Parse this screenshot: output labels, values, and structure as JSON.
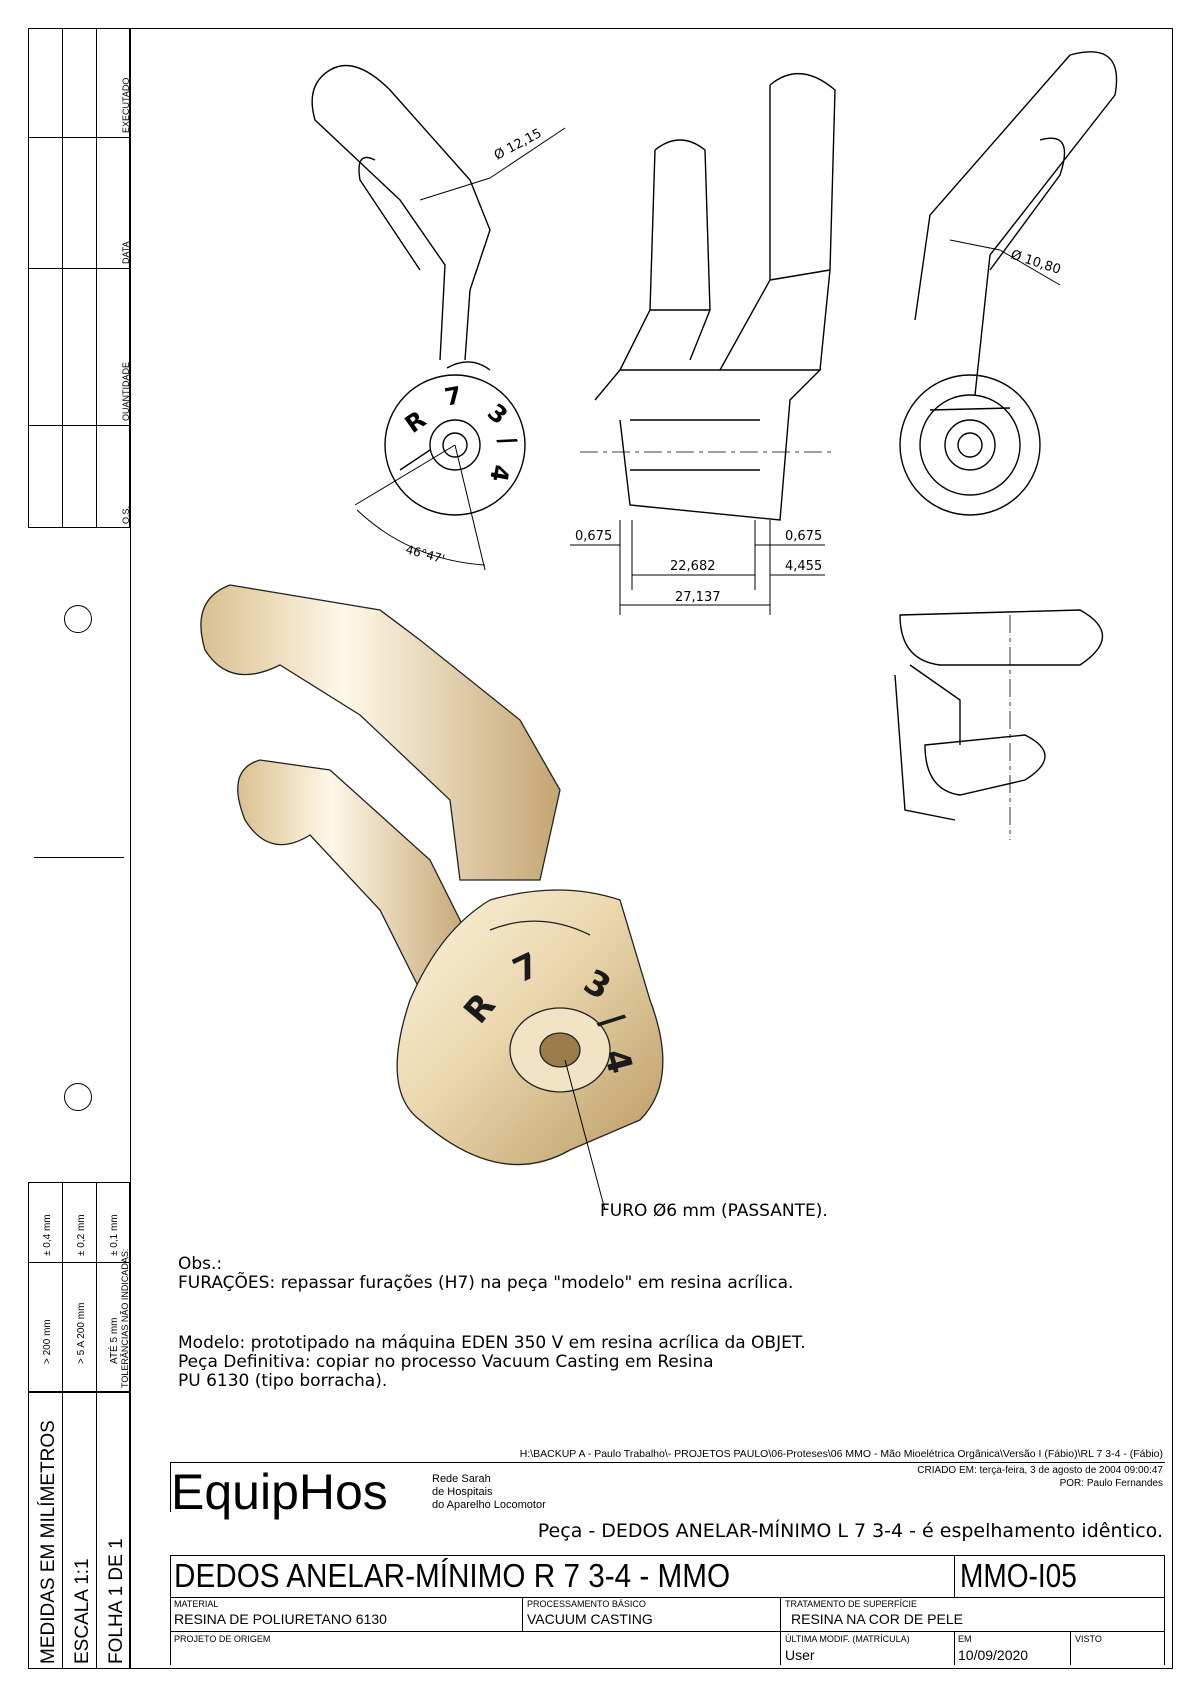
{
  "left_strip": {
    "headers": [
      "EXECUTADO",
      "DATA",
      "QUANTIDADE",
      "O.S."
    ],
    "tolerances": {
      "ranges": [
        "> 200 mm",
        "> 5 A 200 mm",
        "ATÉ 5 mm"
      ],
      "values": [
        "± 0,4 mm",
        "± 0,2 mm",
        "± 0,1 mm"
      ],
      "caption": "TOLERÂNCIAS NÃO INDICADAS:"
    },
    "units": "MEDIDAS EM MILÍMETROS",
    "scale": "ESCALA 1:1",
    "sheet": "FOLHA 1 DE 1"
  },
  "dimensions": {
    "diam_top": "Ø 12,15",
    "diam_right": "Ø 10,80",
    "angle": "46°47'",
    "d_left": "0,675",
    "d_right": "0,675",
    "d_mid": "22,682",
    "d_small": "4,455",
    "d_total": "27,137",
    "hole_label": "FURO Ø6 mm (PASSANTE)."
  },
  "engraving": [
    "R",
    "7",
    "3",
    "/",
    "4"
  ],
  "notes": {
    "obs": "Obs.:",
    "furacoes": "FURAÇÕES:  repassar furações (H7) na peça \"modelo\" em resina acrílica.",
    "modelo": "Modelo:  prototipado na máquina EDEN 350 V em resina acrílica da OBJET.",
    "definitiva_1": "Peça Definitiva:  copiar no processo Vacuum Casting em Resina",
    "definitiva_2": "PU 6130 (tipo borracha)."
  },
  "title_block": {
    "path": "H:\\BACKUP A - Paulo Trabalho\\- PROJETOS PAULO\\06-Proteses\\06 MMO - Mão Mioelétrica Orgânica\\Versão I (Fábio)\\RL 7 3-4 - (Fábio)",
    "company": "EquipHos",
    "org_1": "Rede Sarah",
    "org_2": "de Hospitais",
    "org_3": "do Aparelho Locomotor",
    "created": "CRIADO EM: terça-feira, 3 de agosto de 2004 09:00:47",
    "author": "POR: Paulo Fernandes",
    "mirror_note": "Peça - DEDOS ANELAR-MÍNIMO L 7 3-4 - é espelhamento idêntico.",
    "part_name": "DEDOS ANELAR-MÍNIMO R 7 3-4 - MMO",
    "code": "MMO-I05",
    "material_label": "MATERIAL",
    "material": "RESINA DE POLIURETANO 6130",
    "process_label": "PROCESSAMENTO BÁSICO",
    "process": "VACUUM CASTING",
    "surface_label": "TRATAMENTO DE SUPERFÍCIE",
    "surface": "RESINA NA COR DE PELE",
    "origin_label": "PROJETO DE ORIGEM",
    "origin": "",
    "lastmod_label": "ÚLTIMA MODIF. (MATRÍCULA)",
    "lastmod": "User",
    "em_label": "EM",
    "em": "10/09/2020",
    "visto_label": "VISTO",
    "visto": ""
  }
}
